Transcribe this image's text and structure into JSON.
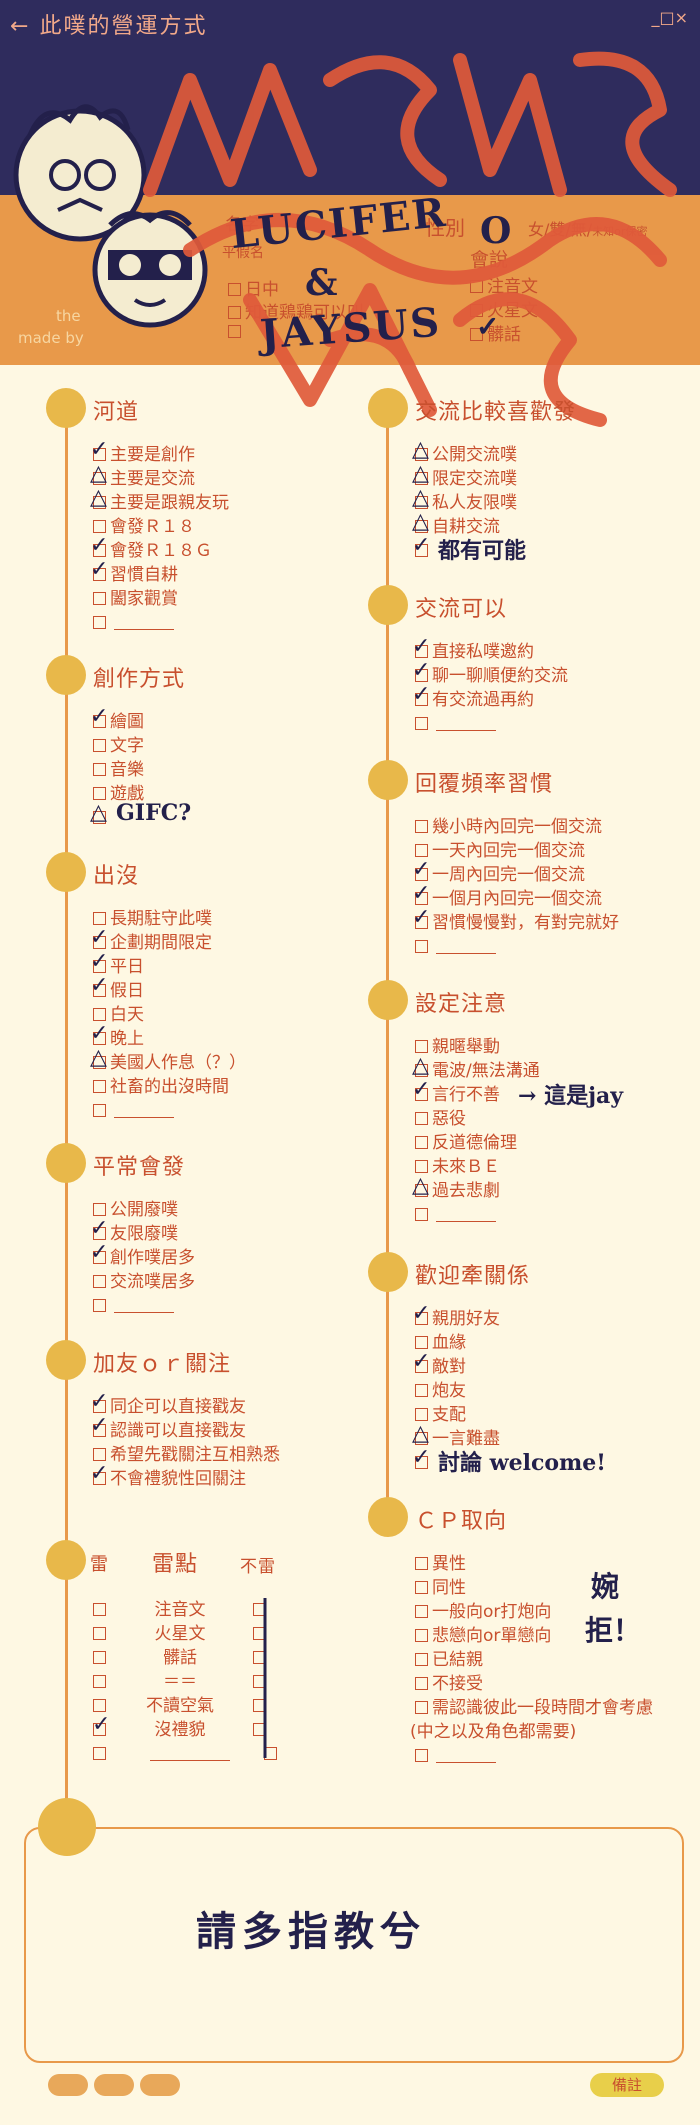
{
  "window": {
    "title": "此噗的營運方式",
    "back_icon": "back-arrow-icon",
    "controls": "_□×"
  },
  "profile": {
    "name_label": "名字",
    "hiragana": "平假名",
    "gender_label": "性別",
    "gender_options": "女/雙/無/",
    "gender_extra": "未知or保密",
    "speak_label": "會說",
    "speak_items": [
      "注音文",
      "火星文",
      "髒話"
    ],
    "left_items": [
      "日中",
      "知道鶏鶏可以叫"
    ],
    "drawn_names": "LUCIFER & JAYSUS",
    "credit_line1": "the",
    "credit_line2": "made by"
  },
  "left": [
    {
      "title": "河道",
      "items": [
        "主要是創作",
        "主要是交流",
        "主要是跟親友玩",
        "會發Ｒ１８",
        "會發Ｒ１８Ｇ",
        "習慣自耕",
        "闔家觀賞"
      ],
      "marks": [
        "✓",
        "△",
        "△",
        "",
        "✓",
        "✓",
        ""
      ],
      "blank": true
    },
    {
      "title": "創作方式",
      "items": [
        "繪圖",
        "文字",
        "音樂",
        "遊戲"
      ],
      "marks": [
        "✓",
        "",
        "",
        ""
      ],
      "other": "GIFC?",
      "other_mark": "△"
    },
    {
      "title": "出沒",
      "items": [
        "長期駐守此噗",
        "企劃期間限定",
        "平日",
        "假日",
        "白天",
        "晚上",
        "美國人作息（？）",
        "社畜的出沒時間"
      ],
      "marks": [
        "",
        "✓",
        "✓",
        "✓",
        "",
        "✓",
        "△",
        ""
      ],
      "blank": true
    },
    {
      "title": "平常會發",
      "items": [
        "公開廢噗",
        "友限廢噗",
        "創作噗居多",
        "交流噗居多"
      ],
      "marks": [
        "",
        "✓",
        "✓",
        ""
      ],
      "blank": true
    },
    {
      "title": "加友ｏｒ關注",
      "items": [
        "同企可以直接戳友",
        "認識可以直接戳友",
        "希望先戳關注互相熟悉",
        "不會禮貌性回關注"
      ],
      "marks": [
        "✓",
        "✓",
        "",
        "✓"
      ]
    }
  ],
  "thunder": {
    "title": "雷點",
    "left_label": "雷",
    "right_label": "不雷",
    "items": [
      "注音文",
      "火星文",
      "髒話",
      "＝＝",
      "不讀空氣",
      "沒禮貌"
    ],
    "left_marks": [
      "",
      "",
      "",
      "",
      "",
      "✓"
    ]
  },
  "right": [
    {
      "title": "交流比較喜歡發",
      "items": [
        "公開交流噗",
        "限定交流噗",
        "私人友限噗",
        "自耕交流"
      ],
      "marks": [
        "△",
        "△",
        "△",
        "△"
      ],
      "other": "都有可能",
      "other_mark": "✓"
    },
    {
      "title": "交流可以",
      "items": [
        "直接私噗邀約",
        "聊一聊順便約交流",
        "有交流過再約"
      ],
      "marks": [
        "✓",
        "✓",
        "✓"
      ],
      "blank": true
    },
    {
      "title": "回覆頻率習慣",
      "items": [
        "幾小時內回完一個交流",
        "一天內回完一個交流",
        "一周內回完一個交流",
        "一個月內回完一個交流",
        "習慣慢慢對，有對完就好"
      ],
      "marks": [
        "",
        "",
        "✓",
        "✓",
        "✓"
      ],
      "blank": true
    },
    {
      "title": "設定注意",
      "items": [
        "親暱舉動",
        "電波/無法溝通",
        "言行不善",
        "惡役",
        "反道德倫理",
        "未來ＢＥ",
        "過去悲劇"
      ],
      "marks": [
        "",
        "△",
        "✓",
        "",
        "",
        "",
        "△"
      ],
      "blank": true
    },
    {
      "title": "歡迎牽關係",
      "items": [
        "親朋好友",
        "血緣",
        "敵對",
        "炮友",
        "支配",
        "一言難盡"
      ],
      "marks": [
        "✓",
        "",
        "✓",
        "",
        "",
        "△"
      ],
      "other": "討論 welcome!",
      "other_mark": "✓"
    },
    {
      "title": "ＣＰ取向",
      "items": [
        "異性",
        "同性",
        "一般向or打炮向",
        "悲戀向or單戀向",
        "已結親",
        "不接受",
        "需認識彼此一段時間才會考慮"
      ],
      "marks": [
        "",
        "",
        "",
        "",
        "",
        "",
        ""
      ],
      "sub": "(中之以及角色都需要)",
      "blank": true
    }
  ],
  "annotations": {
    "jay_note": "→ 這是jay",
    "refuse": "婉拒！"
  },
  "remarks": {
    "text": "請多指教兮",
    "note_button": "備註"
  },
  "colors": {
    "navy": "#2f2c5d",
    "orange": "#e8994a",
    "cream": "#fef8e3",
    "red_text": "#c8502e",
    "dot": "#e8b84a"
  }
}
